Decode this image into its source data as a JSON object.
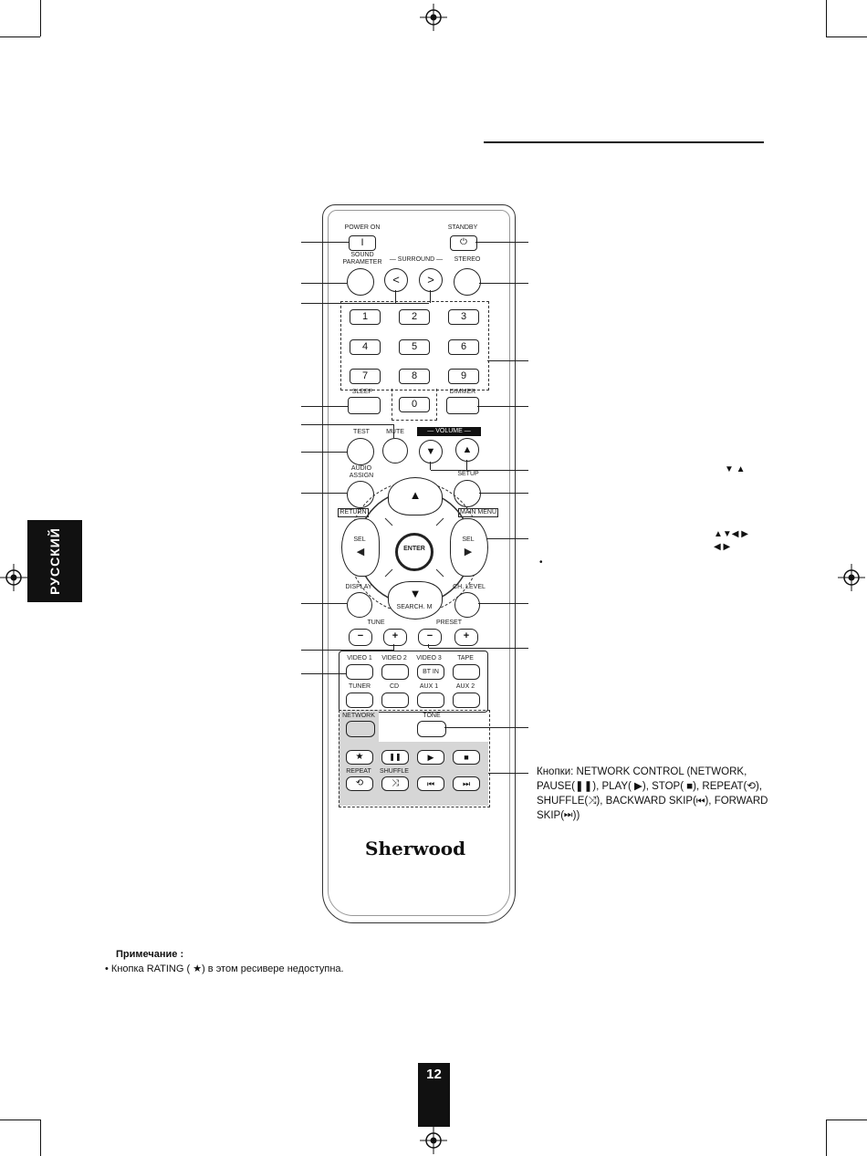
{
  "side_tab": {
    "label": "РУССКИЙ"
  },
  "remote": {
    "brand": "Sherwood",
    "power_on": {
      "label": "POWER ON",
      "glyph": "I"
    },
    "standby": {
      "label": "STANDBY",
      "glyph": "⏻"
    },
    "sound_parameter": {
      "label_line1": "SOUND",
      "label_line2": "PARAMETER"
    },
    "surround": {
      "label": "— SURROUND —",
      "left": "<",
      "right": ">"
    },
    "stereo": {
      "label": "STEREO"
    },
    "numbers": [
      "1",
      "2",
      "3",
      "4",
      "5",
      "6",
      "7",
      "8",
      "9",
      "0"
    ],
    "sleep": {
      "label": "SLEEP"
    },
    "dimmer": {
      "label": "DIMMER"
    },
    "test": {
      "label": "TEST"
    },
    "mute": {
      "label": "MUTE"
    },
    "volume": {
      "label": "— VOLUME —",
      "down": "▼",
      "up": "▲"
    },
    "audio_assign": {
      "label_line1": "AUDIO",
      "label_line2": "ASSIGN"
    },
    "setup": {
      "label": "SETUP"
    },
    "return": {
      "label": "RETURN"
    },
    "main_menu": {
      "label": "MAIN MENU"
    },
    "nav": {
      "up": "▲",
      "down": "▼",
      "left": "◀",
      "right": "▶",
      "sel_left": "SEL",
      "sel_right": "SEL",
      "enter": "ENTER",
      "search": "SEARCH. M"
    },
    "display": {
      "label": "DISPLAY"
    },
    "ch_level": {
      "label": "CH. LEVEL"
    },
    "tune": {
      "label": "TUNE",
      "minus": "−",
      "plus": "+"
    },
    "preset": {
      "label": "PRESET",
      "minus": "−",
      "plus": "+"
    },
    "inputs_row1": [
      "VIDEO 1",
      "VIDEO 2",
      "VIDEO 3",
      "TAPE"
    ],
    "bt_in": "BT IN",
    "inputs_row2": [
      "TUNER",
      "CD",
      "AUX 1",
      "AUX 2"
    ],
    "network": {
      "label": "NETWORK"
    },
    "tone": {
      "label": "TONE"
    },
    "transport": [
      "★",
      "❚❚",
      "▶",
      "■"
    ],
    "repeat": {
      "label": "REPEAT",
      "glyph": "⟲"
    },
    "shuffle": {
      "label": "SHUFFLE",
      "glyph": "⤨"
    },
    "back_skip": "⏮",
    "fwd_skip": "⏭"
  },
  "annotations": {
    "volume_arrows": "▼ ▲",
    "nav_arrows_line1": "▲▼◀ ▶",
    "nav_arrows_line2": "◀ ▶",
    "nav_bullet": "•",
    "network_text": "Кнопки: NETWORK CONTROL (NETWORK, PAUSE(❚❚), PLAY( ▶), STOP( ■), REPEAT(⟲), SHUFFLE(⤨), BACKWARD SKIP(⏮), FORWARD SKIP(⏭))"
  },
  "note": {
    "title": "Примечание :",
    "body": "•  Кнопка RATING ( ★) в этом ресивере недоступна."
  },
  "page_number": "12"
}
